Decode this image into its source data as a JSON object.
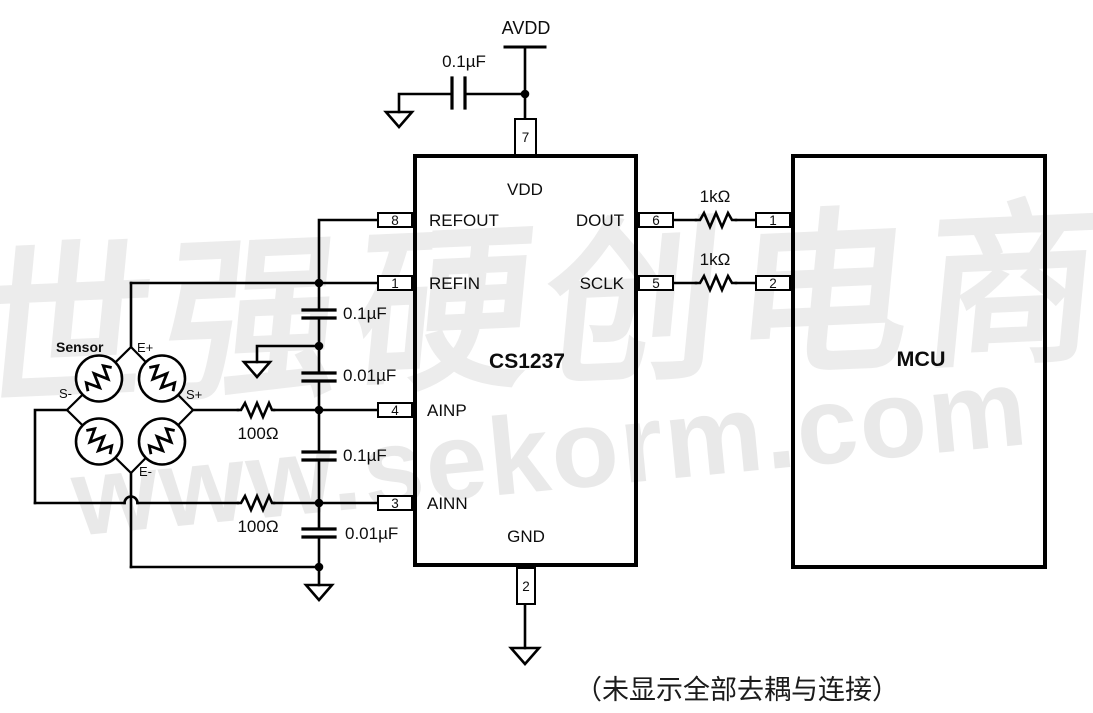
{
  "watermark": {
    "text_cn": "世强硬创电商",
    "text_url": "www.sekorm.com"
  },
  "caption": "（未显示全部去耦与连接）",
  "power_rail": {
    "net_label": "AVDD",
    "decoupling_cap_value": "0.1µF"
  },
  "adc": {
    "part_number": "CS1237",
    "pins": {
      "vdd": {
        "number": "7",
        "name": "VDD"
      },
      "gnd": {
        "number": "2",
        "name": "GND"
      },
      "refout": {
        "number": "8",
        "name": "REFOUT"
      },
      "refin": {
        "number": "1",
        "name": "REFIN"
      },
      "ainp": {
        "number": "4",
        "name": "AINP"
      },
      "ainn": {
        "number": "3",
        "name": "AINN"
      },
      "dout": {
        "number": "6",
        "name": "DOUT"
      },
      "sclk": {
        "number": "5",
        "name": "SCLK"
      }
    }
  },
  "mcu": {
    "name": "MCU",
    "pin1": "1",
    "pin2": "2"
  },
  "resistors": {
    "dout_series": "1kΩ",
    "sclk_series": "1kΩ",
    "ainp_series": "100Ω",
    "ainn_series": "100Ω"
  },
  "capacitors": {
    "ref_cap1": "0.1µF",
    "ref_cap2": "0.01µF",
    "ain_cap1": "0.1µF",
    "ain_cap2": "0.01µF"
  },
  "sensor": {
    "label": "Sensor",
    "node_top": "E+",
    "node_left": "S-",
    "node_right": "S+",
    "node_bottom": "E-"
  },
  "colors": {
    "line": "#000000",
    "background": "#ffffff",
    "watermark": "#ededed"
  }
}
